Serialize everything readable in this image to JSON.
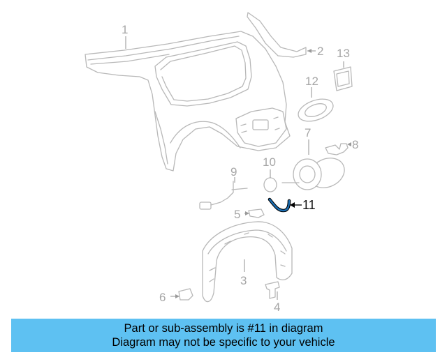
{
  "callouts": {
    "c1": "1",
    "c2": "2",
    "c3": "3",
    "c4": "4",
    "c5": "5",
    "c6": "6",
    "c7": "7",
    "c8": "8",
    "c9": "9",
    "c10": "10",
    "c11": "11",
    "c12": "12",
    "c13": "13"
  },
  "highlighted_part": "11",
  "colors": {
    "banner": "#5ec1f2",
    "highlight": "#1b6fb5",
    "line_art": "#b8b8b8"
  },
  "banner": {
    "line1": "Part or sub-assembly is #11 in diagram",
    "line2": "Diagram may not be specific to your vehicle"
  }
}
